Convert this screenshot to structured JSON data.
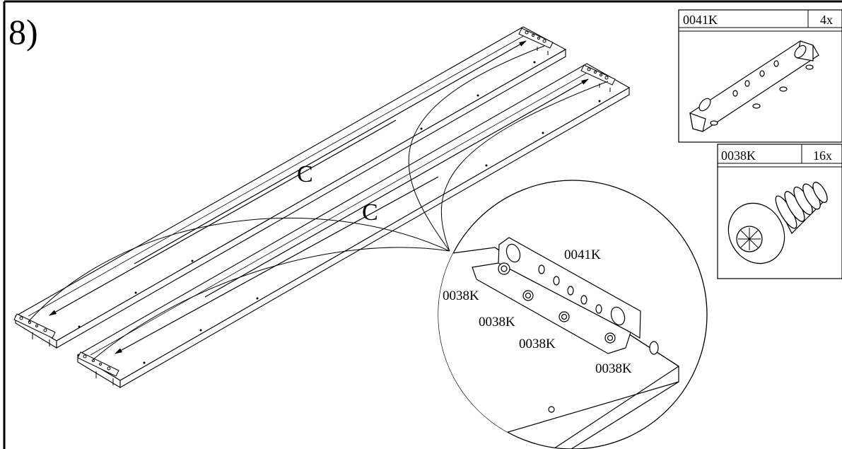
{
  "step": {
    "number": "8)"
  },
  "panels": {
    "labels": [
      "C",
      "C"
    ]
  },
  "parts": [
    {
      "code": "0041K",
      "quantity": "4x",
      "icon": "l-bracket-icon"
    },
    {
      "code": "0038K",
      "quantity": "16x",
      "icon": "screw-icon"
    }
  ],
  "detail": {
    "bracket_label": "0041K",
    "screw_labels": [
      "0038K",
      "0038K",
      "0038K",
      "0038K"
    ]
  },
  "colors": {
    "line": "#000000",
    "background": "#ffffff"
  }
}
